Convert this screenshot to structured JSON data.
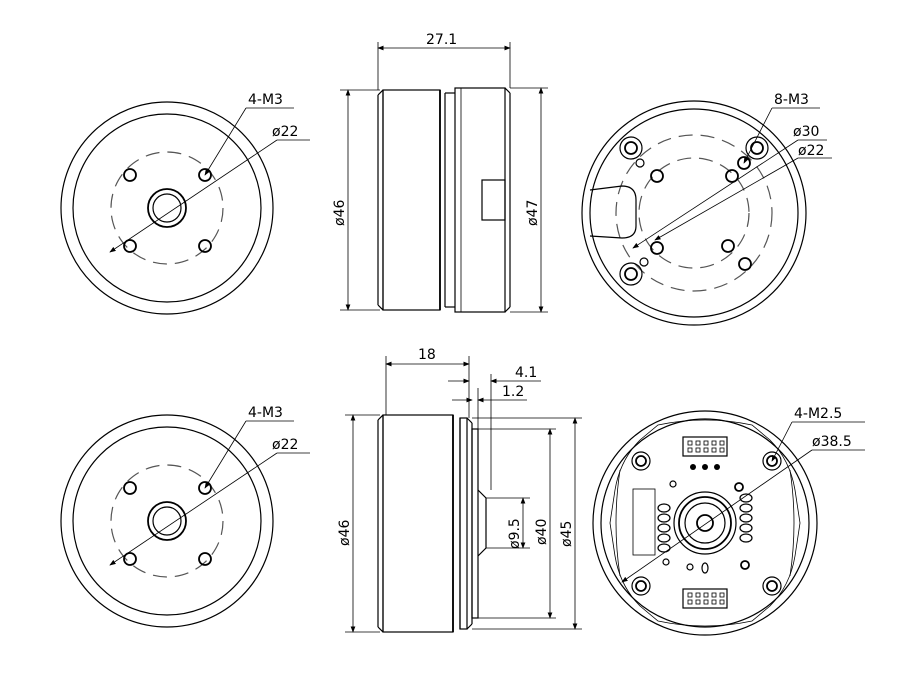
{
  "views": {
    "top_front": {
      "hole_label": "4-M3",
      "circle_label": "ø22"
    },
    "top_side": {
      "width_label": "27.1",
      "left_dia_label": "ø46",
      "right_dia_label": "ø47"
    },
    "top_back": {
      "hole_label": "8-M3",
      "outer_circle_label": "ø30",
      "inner_circle_label": "ø22"
    },
    "bottom_front": {
      "hole_label": "4-M3",
      "circle_label": "ø22"
    },
    "bottom_side": {
      "width_label": "18",
      "step1_label": "4.1",
      "step2_label": "1.2",
      "dia_46_label": "ø46",
      "dia_95_label": "ø9.5",
      "dia_40_label": "ø40",
      "dia_45_label": "ø45"
    },
    "bottom_back": {
      "hole_label": "4-M2.5",
      "circle_label": "ø38.5"
    }
  }
}
